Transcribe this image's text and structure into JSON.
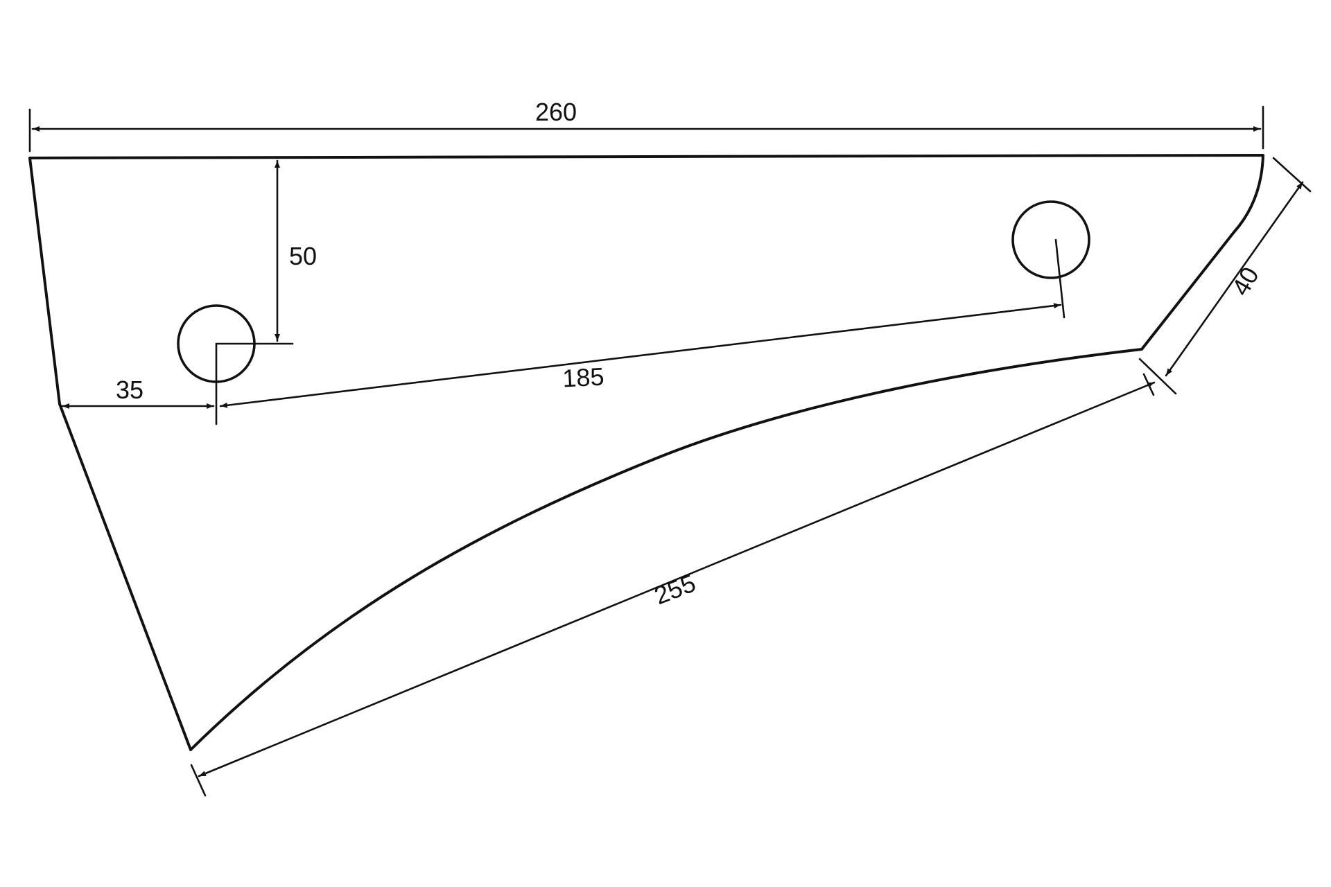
{
  "colors": {
    "line": "#111111",
    "background": "#ffffff"
  },
  "dimensions": {
    "overall_length": "260",
    "hole_offset_from_top": "50",
    "hole_offset_from_edge": "35",
    "hole_spacing": "185",
    "bottom_edge_length": "255",
    "tip_width": "40"
  }
}
